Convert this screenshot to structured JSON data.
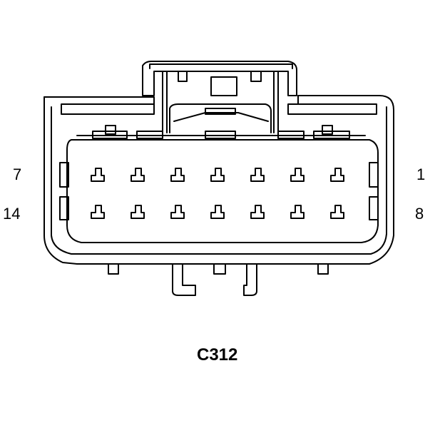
{
  "connector": {
    "id": "C312",
    "pin_labels": {
      "top_left": "7",
      "bottom_left": "14",
      "top_right": "1",
      "bottom_right": "8"
    },
    "rows": 2,
    "pins_per_row": 7
  },
  "colors": {
    "stroke": "#000000",
    "background": "#ffffff"
  }
}
